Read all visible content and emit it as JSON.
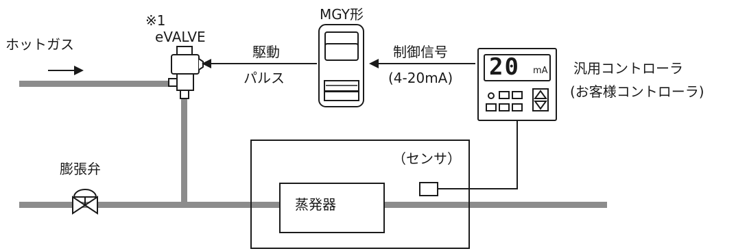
{
  "labels": {
    "hot_gas": "ホットガス",
    "note_mark": "※1",
    "evalve": "eVALVE",
    "drive": "駆動",
    "pulse": "パルス",
    "mgy": "MGY形",
    "control_signal": "制御信号",
    "signal_range": "(4-20mA)",
    "controller_line1": "汎用コントローラ",
    "controller_line2": "(お客様コントローラ)",
    "sensor": "（センサ）",
    "expansion_valve": "膨張弁",
    "evaporator": "蒸発器"
  },
  "display": {
    "value": "20",
    "unit": "mA"
  },
  "colors": {
    "pipe": "#8c8c8c",
    "line": "#1a1a1a"
  }
}
